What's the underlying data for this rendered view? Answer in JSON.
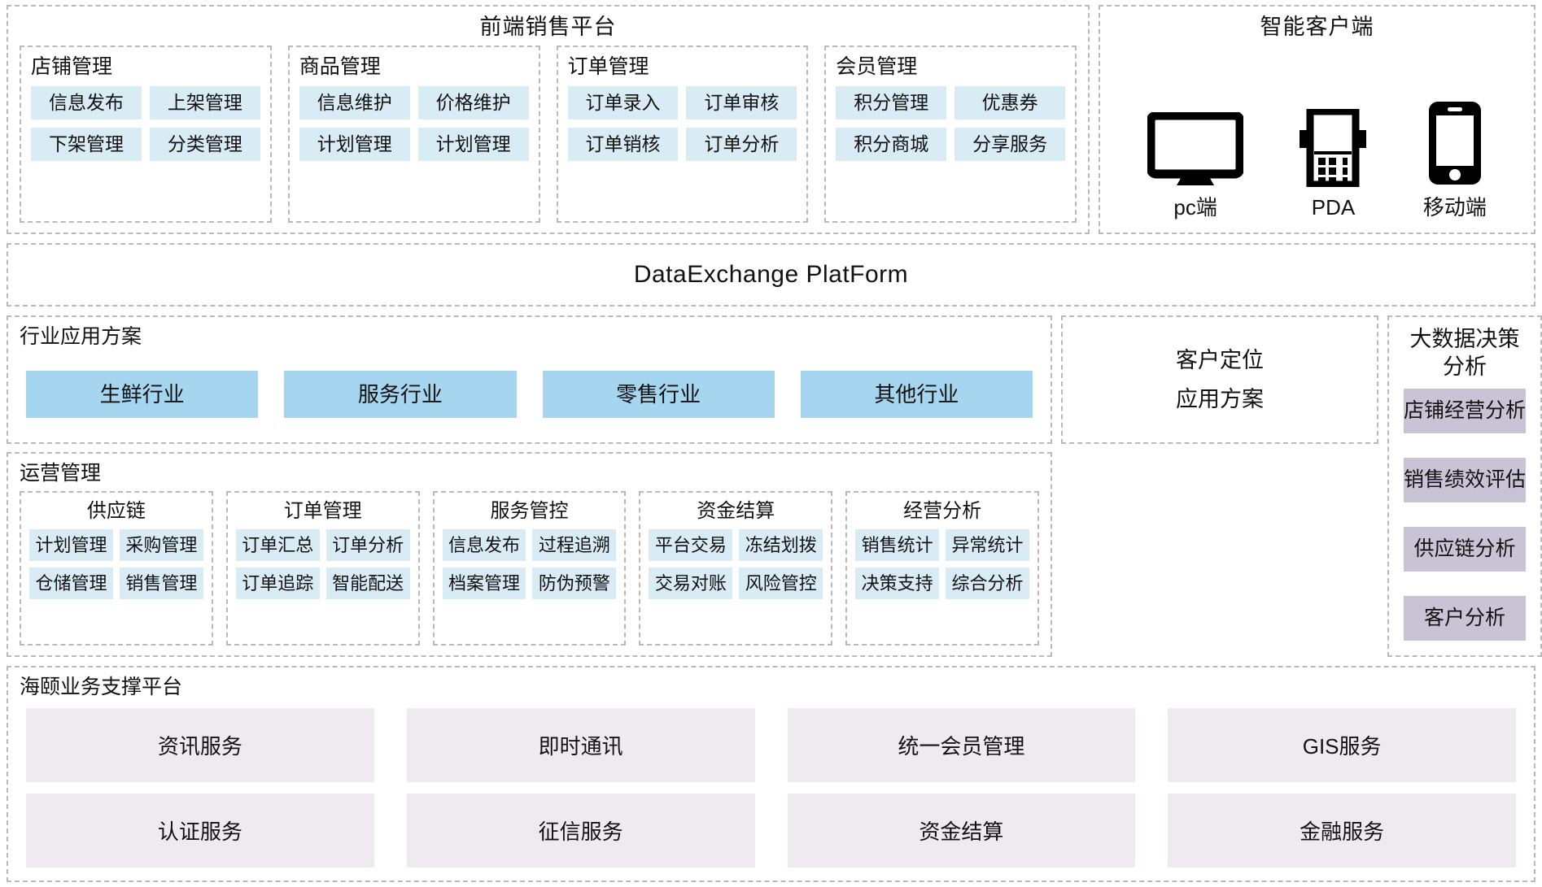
{
  "front_sales": {
    "title": "前端销售平台",
    "groups": [
      {
        "title": "店铺管理",
        "items": [
          "信息发布",
          "上架管理",
          "下架管理",
          "分类管理"
        ]
      },
      {
        "title": "商品管理",
        "items": [
          "信息维护",
          "价格维护",
          "计划管理",
          "计划管理"
        ]
      },
      {
        "title": "订单管理",
        "items": [
          "订单录入",
          "订单审核",
          "订单销核",
          "订单分析"
        ]
      },
      {
        "title": "会员管理",
        "items": [
          "积分管理",
          "优惠券",
          "积分商城",
          "分享服务"
        ]
      }
    ]
  },
  "smart_client": {
    "title": "智能客户端",
    "devices": [
      {
        "label": "pc端",
        "icon": "monitor-icon"
      },
      {
        "label": "PDA",
        "icon": "pda-icon"
      },
      {
        "label": "移动端",
        "icon": "mobile-phone-icon"
      }
    ]
  },
  "data_exchange": {
    "title": "DataExchange PlatForm"
  },
  "industry": {
    "title": "行业应用方案",
    "items": [
      "生鲜行业",
      "服务行业",
      "零售行业",
      "其他行业"
    ]
  },
  "customer_positioning": {
    "line1": "客户定位",
    "line2": "应用方案"
  },
  "big_data": {
    "title": "大数据决策分析",
    "items": [
      "店铺经营分析",
      "销售绩效评估",
      "供应链分析",
      "客户分析"
    ]
  },
  "operations": {
    "title": "运营管理",
    "groups": [
      {
        "title": "供应链",
        "items": [
          "计划管理",
          "采购管理",
          "仓储管理",
          "销售管理"
        ]
      },
      {
        "title": "订单管理",
        "items": [
          "订单汇总",
          "订单分析",
          "订单追踪",
          "智能配送"
        ]
      },
      {
        "title": "服务管控",
        "items": [
          "信息发布",
          "过程追溯",
          "档案管理",
          "防伪预警"
        ]
      },
      {
        "title": "资金结算",
        "items": [
          "平台交易",
          "冻结划拨",
          "交易对账",
          "风险管控"
        ]
      },
      {
        "title": "经营分析",
        "items": [
          "销售统计",
          "异常统计",
          "决策支持",
          "综合分析"
        ]
      }
    ]
  },
  "support_platform": {
    "title": "海颐业务支撑平台",
    "items": [
      "资讯服务",
      "即时通讯",
      "统一会员管理",
      "GIS服务",
      "认证服务",
      "征信服务",
      "资金结算",
      "金融服务"
    ]
  },
  "colors": {
    "cell_blue": "#d9ecf6",
    "industry_blue": "#a6d5ef",
    "bigdata_purple": "#c8c4d6",
    "support_lilac": "#efeaf0",
    "dashed_border": "#b9b9b9"
  }
}
